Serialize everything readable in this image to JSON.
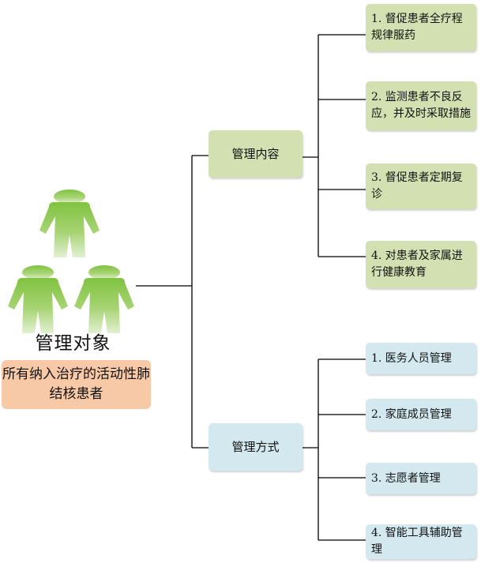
{
  "diagram": {
    "root": {
      "title": "管理对象",
      "subject": "所有纳入治疗的活动性肺结核患者",
      "icon": "people-group-icon"
    },
    "content": {
      "label": "管理内容",
      "color": "#d3e1b2",
      "items": [
        {
          "label": "1. 督促患者全疗程规律服药"
        },
        {
          "label": "2. 监测患者不良反应，并及时采取措施"
        },
        {
          "label": "3. 督促患者定期复诊"
        },
        {
          "label": "4. 对患者及家属进行健康教育"
        }
      ]
    },
    "methods": {
      "label": "管理方式",
      "color": "#d3e8ef",
      "items": [
        {
          "label": "1. 医务人员管理"
        },
        {
          "label": "2. 家庭成员管理"
        },
        {
          "label": "3. 志愿者管理"
        },
        {
          "label": "4. 智能工具辅助管理"
        }
      ]
    },
    "colors": {
      "figure": "#8cc63f",
      "subject_bg": "#f8c9a7",
      "line": "#000000"
    }
  }
}
